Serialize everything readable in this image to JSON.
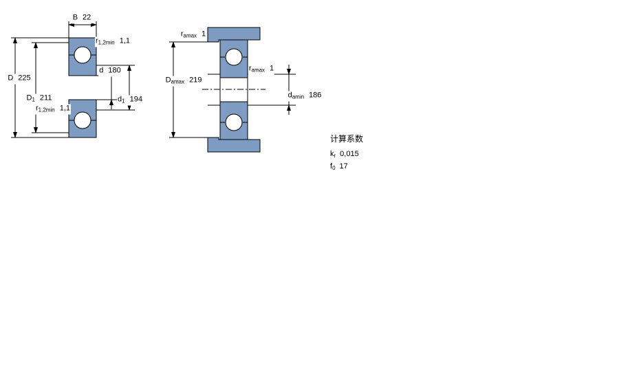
{
  "colors": {
    "steel": "#7E9CC2",
    "line": "#000000",
    "background": "#FFFFFF"
  },
  "left_figure": {
    "B": {
      "base": "B",
      "sub": "",
      "value": "22"
    },
    "r12_top": {
      "base": "r",
      "sub": "1,2min",
      "value": "1,1"
    },
    "D": {
      "base": "D",
      "sub": "",
      "value": "225"
    },
    "D1": {
      "base": "D",
      "sub": "1",
      "value": "211"
    },
    "d": {
      "base": "d",
      "sub": "",
      "value": "180"
    },
    "d1": {
      "base": "d",
      "sub": "1",
      "value": "194"
    },
    "r12_bottom": {
      "base": "r",
      "sub": "1,2min",
      "value": "1,1"
    }
  },
  "right_figure": {
    "ra_top": {
      "base": "r",
      "sub": "amax",
      "value": "1"
    },
    "Da": {
      "base": "D",
      "sub": "amax",
      "value": "219"
    },
    "ra_mid": {
      "base": "r",
      "sub": "amax",
      "value": "1"
    },
    "da": {
      "base": "d",
      "sub": "amin",
      "value": "186"
    }
  },
  "calculation_factors": {
    "title": "计算系数",
    "kr": {
      "base": "k",
      "sub": "r",
      "value": "0,015"
    },
    "f0": {
      "base": "f",
      "sub": "0",
      "value": "17"
    }
  }
}
